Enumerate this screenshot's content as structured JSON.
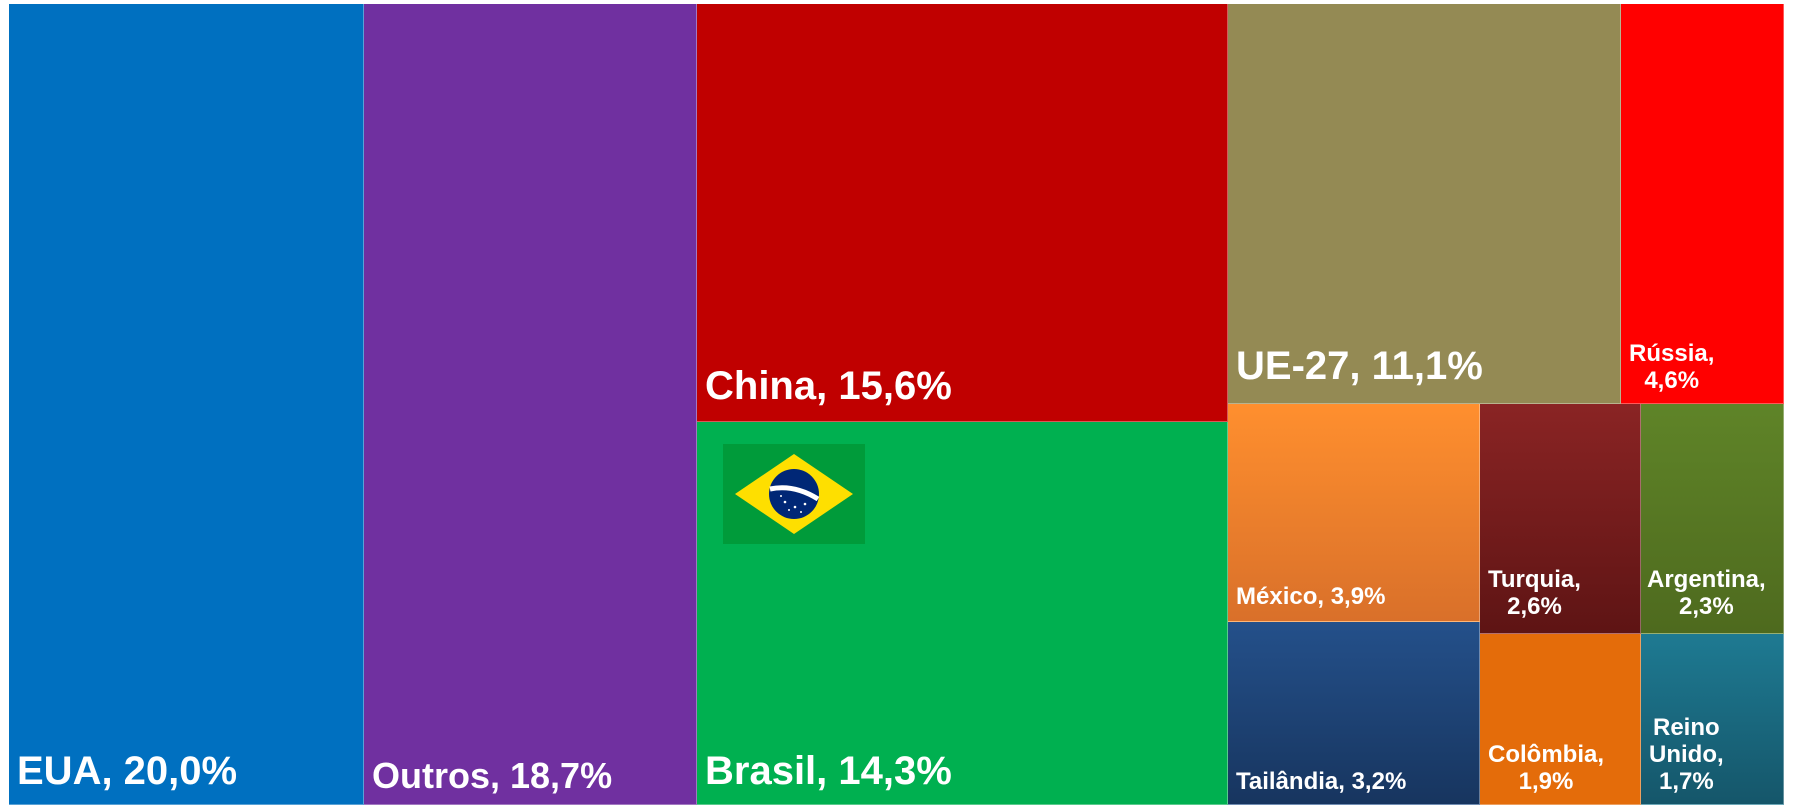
{
  "chart_data": {
    "type": "treemap",
    "items": [
      {
        "name": "EUA",
        "value": 20.0,
        "label": "EUA, 20,0%",
        "color": "#0070C0"
      },
      {
        "name": "Outros",
        "value": 18.7,
        "label": "Outros, 18,7%",
        "color": "#7030A0"
      },
      {
        "name": "China",
        "value": 15.6,
        "label": "China, 15,6%",
        "color": "#C00000"
      },
      {
        "name": "Brasil",
        "value": 14.3,
        "label": "Brasil, 14,3%",
        "color": "#00B050"
      },
      {
        "name": "UE-27",
        "value": 11.1,
        "label": "UE-27, 11,1%",
        "color": "#948A54"
      },
      {
        "name": "Rússia",
        "value": 4.6,
        "label": "Rússia,\n4,6%",
        "color": "#FF0000"
      },
      {
        "name": "México",
        "value": 3.9,
        "label": "México, 3,9%",
        "color": "#F79646"
      },
      {
        "name": "Tailândia",
        "value": 3.2,
        "label": "Tailândia, 3,2%",
        "color": "#1F497D"
      },
      {
        "name": "Turquia",
        "value": 2.6,
        "label": "Turquia,\n2,6%",
        "color": "#7B1F1F"
      },
      {
        "name": "Argentina",
        "value": 2.3,
        "label": "Argentina,\n2,3%",
        "color": "#5A7A22"
      },
      {
        "name": "Colômbia",
        "value": 1.9,
        "label": "Colômbia,\n1,9%",
        "color": "#E46C0A"
      },
      {
        "name": "Reino Unido",
        "value": 1.7,
        "label": "Reino\nUnido,\n1,7%",
        "color": "#1F7A8C"
      }
    ],
    "flag_icon": "brazil-flag-icon"
  }
}
